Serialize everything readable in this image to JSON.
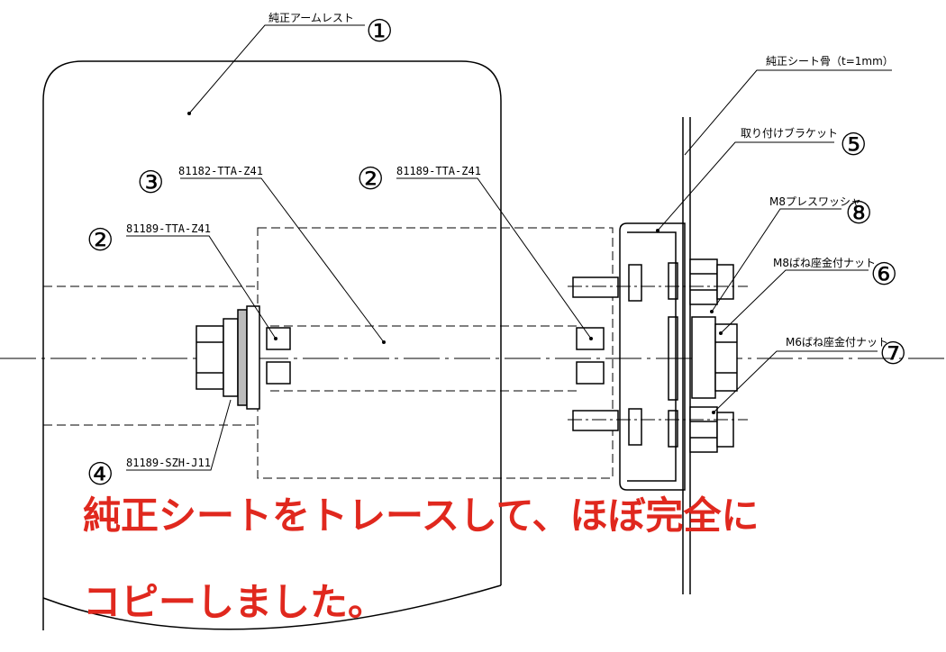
{
  "labels": {
    "armrest": "純正アームレスト",
    "seat_frame": "純正シート骨（t=1mm）",
    "bracket": "取り付けブラケット",
    "m8_washer": "M8プレスワッシャ",
    "m8_nut": "M8ばね座金付ナット",
    "m6_nut": "M6ばね座金付ナット"
  },
  "part_numbers": {
    "p3": "81182-TTA-Z41",
    "p2_right": "81189-TTA-Z41",
    "p2_left": "81189-TTA-Z41",
    "p4": "81189-SZH-J11"
  },
  "callouts": {
    "n1": "①",
    "n2a": "②",
    "n2b": "②",
    "n3": "③",
    "n4": "④",
    "n5": "⑤",
    "n6": "⑥",
    "n7": "⑦",
    "n8": "⑧"
  },
  "caption": {
    "line1": "純正シートをトレースして、ほぼ完全に",
    "line2": "コピーしました。"
  },
  "colors": {
    "caption": "#e0281e",
    "line": "#000000"
  }
}
